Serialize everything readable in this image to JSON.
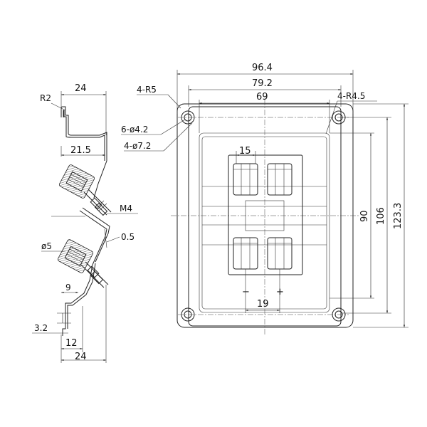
{
  "side_view": {
    "top_width": "24",
    "bottom_width": "24",
    "corner_radius": "R2",
    "inner_width": "21.5",
    "screw": "M4",
    "thickness": "0.5",
    "hole_dia": "ø5",
    "offset_9": "9",
    "offset_3_2": "3.2",
    "offset_12": "12"
  },
  "front_view": {
    "width_outer": "96.4",
    "width_mid": "79.2",
    "width_inner": "69",
    "height_inner": "90",
    "height_mid": "106",
    "height_outer": "123.3",
    "terminal_width": "15",
    "terminal_spacing": "19",
    "corner_r5": "4-R5",
    "corner_r45": "4-R4.5",
    "hole_42": "6-ø4.2",
    "hole_72": "4-ø7.2",
    "minus_sign": "−",
    "plus_sign": "+"
  }
}
